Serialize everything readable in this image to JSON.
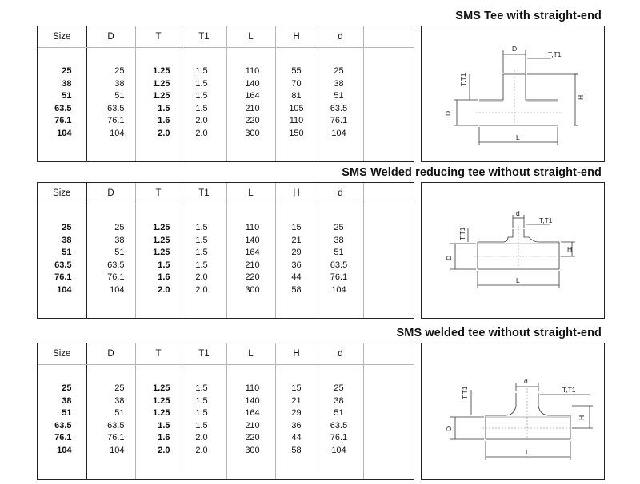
{
  "columns": [
    "Size",
    "D",
    "T",
    "T1",
    "L",
    "H",
    "d"
  ],
  "sections": [
    {
      "title": "SMS Tee with straight-end",
      "rows": [
        [
          "25",
          "25",
          "1.25",
          "1.5",
          "110",
          "55",
          "25"
        ],
        [
          "38",
          "38",
          "1.25",
          "1.5",
          "140",
          "70",
          "38"
        ],
        [
          "51",
          "51",
          "1.25",
          "1.5",
          "164",
          "81",
          "51"
        ],
        [
          "63.5",
          "63.5",
          "1.5",
          "1.5",
          "210",
          "105",
          "63.5"
        ],
        [
          "76.1",
          "76.1",
          "1.6",
          "2.0",
          "220",
          "110",
          "76.1"
        ],
        [
          "104",
          "104",
          "2.0",
          "2.0",
          "300",
          "150",
          "104"
        ]
      ],
      "diagram": {
        "d_top": "D",
        "tt": "T,T1",
        "left_top": "T,T1",
        "right": "H",
        "left": "D",
        "bottom": "L"
      }
    },
    {
      "title": "SMS Welded reducing tee without straight-end",
      "rows": [
        [
          "25",
          "25",
          "1.25",
          "1.5",
          "110",
          "15",
          "25"
        ],
        [
          "38",
          "38",
          "1.25",
          "1.5",
          "140",
          "21",
          "38"
        ],
        [
          "51",
          "51",
          "1.25",
          "1.5",
          "164",
          "29",
          "51"
        ],
        [
          "63.5",
          "63.5",
          "1.5",
          "1.5",
          "210",
          "36",
          "63.5"
        ],
        [
          "76.1",
          "76.1",
          "1.6",
          "2.0",
          "220",
          "44",
          "76.1"
        ],
        [
          "104",
          "104",
          "2.0",
          "2.0",
          "300",
          "58",
          "104"
        ]
      ],
      "diagram": {
        "d_top": "d",
        "tt": "T,T1",
        "left_top": "T,T1",
        "right": "H",
        "left": "D",
        "bottom": "L"
      }
    },
    {
      "title": "SMS welded tee without straight-end",
      "rows": [
        [
          "25",
          "25",
          "1.25",
          "1.5",
          "110",
          "15",
          "25"
        ],
        [
          "38",
          "38",
          "1.25",
          "1.5",
          "140",
          "21",
          "38"
        ],
        [
          "51",
          "51",
          "1.25",
          "1.5",
          "164",
          "29",
          "51"
        ],
        [
          "63.5",
          "63.5",
          "1.5",
          "1.5",
          "210",
          "36",
          "63.5"
        ],
        [
          "76.1",
          "76.1",
          "1.6",
          "2.0",
          "220",
          "44",
          "76.1"
        ],
        [
          "104",
          "104",
          "2.0",
          "2.0",
          "300",
          "58",
          "104"
        ]
      ],
      "diagram": {
        "d_top": "d",
        "tt": "T,T1",
        "left_top": "T,T1",
        "right": "H",
        "left": "D",
        "bottom": "L"
      }
    }
  ]
}
